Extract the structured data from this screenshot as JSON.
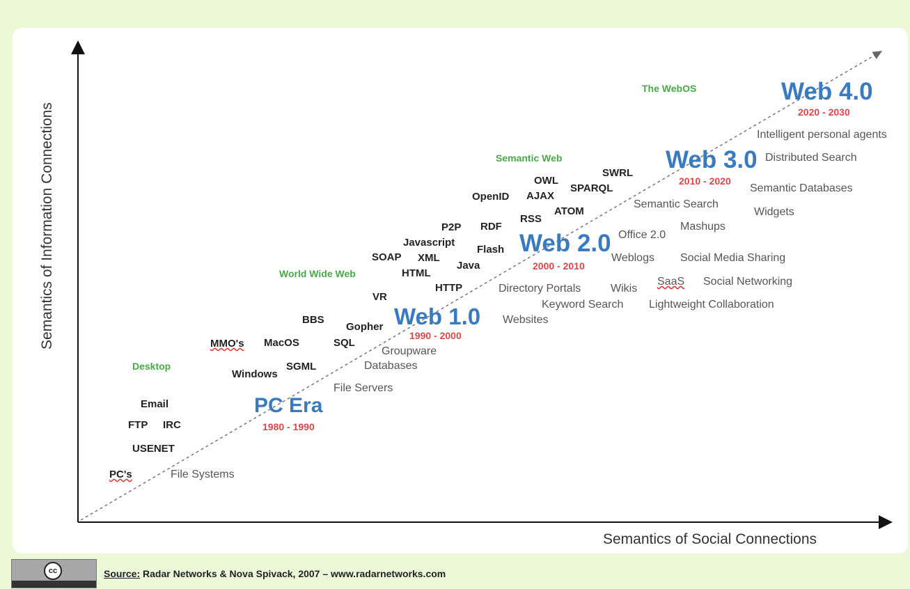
{
  "axes": {
    "x_label": "Semantics of Social Connections",
    "y_label": "Semantics of Information Connections"
  },
  "eras": [
    {
      "name": "PC Era",
      "years": "1980 - 1990"
    },
    {
      "name": "Web 1.0",
      "years": "1990 - 2000"
    },
    {
      "name": "Web 2.0",
      "years": "2000 - 2010"
    },
    {
      "name": "Web 3.0",
      "years": "2010 - 2020"
    },
    {
      "name": "Web 4.0",
      "years": "2020 - 2030"
    }
  ],
  "themes": [
    "Desktop",
    "World Wide Web",
    "Semantic Web",
    "The WebOS"
  ],
  "technologies": [
    "PC's",
    "USENET",
    "FTP",
    "IRC",
    "Email",
    "Windows",
    "SGML",
    "MMO's",
    "MacOS",
    "BBS",
    "SQL",
    "Gopher",
    "VR",
    "HTTP",
    "HTML",
    "SOAP",
    "XML",
    "Javascript",
    "P2P",
    "Java",
    "Flash",
    "RDF",
    "RSS",
    "OpenID",
    "AJAX",
    "OWL",
    "ATOM",
    "SPARQL",
    "SWRL"
  ],
  "applications": [
    "File Systems",
    "File Servers",
    "Databases",
    "Groupware",
    "Websites",
    "Directory Portals",
    "Keyword Search",
    "Wikis",
    "Weblogs",
    "Office 2.0",
    "SaaS",
    "Social Networking",
    "Social Media Sharing",
    "Lightweight Collaboration",
    "Mashups",
    "Semantic Search",
    "Widgets",
    "Semantic Databases",
    "Distributed Search",
    "Intelligent personal agents"
  ],
  "footer": {
    "license_icon": "creative-commons-icon",
    "cc_symbol": "cc",
    "source_label": "Source:",
    "source_text": "Radar Networks & Nova Spivack, 2007 – www.radarnetworks.com"
  },
  "colors": {
    "background": "#ecf8d8",
    "era": "#3a7bbf",
    "years": "#d9474a",
    "theme": "#4aa84a",
    "technology": "#222222",
    "application": "#555555"
  }
}
